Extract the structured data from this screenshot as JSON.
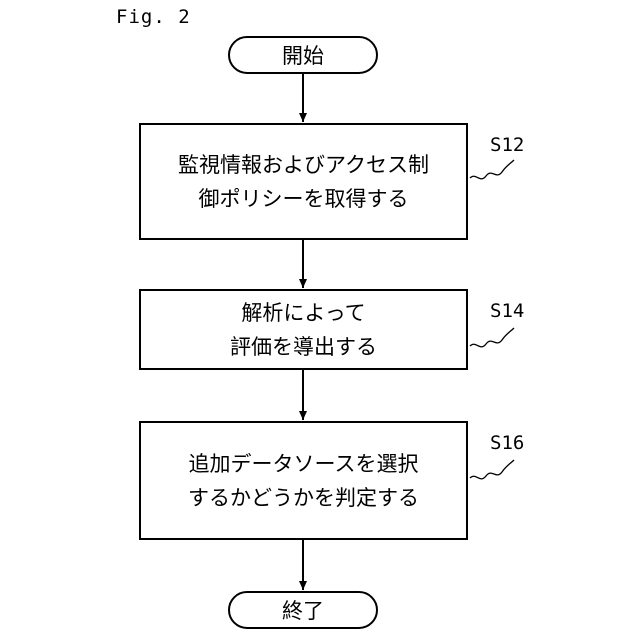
{
  "figure_label": "Fig. 2",
  "start": "開始",
  "end": "終了",
  "steps": [
    {
      "id": "S12",
      "lines": [
        "監視情報およびアクセス制",
        "御ポリシーを取得する"
      ]
    },
    {
      "id": "S14",
      "lines": [
        "解析によって",
        "評価を導出する"
      ]
    },
    {
      "id": "S16",
      "lines": [
        "追加データソースを選択",
        "するかどうかを判定する"
      ]
    }
  ]
}
